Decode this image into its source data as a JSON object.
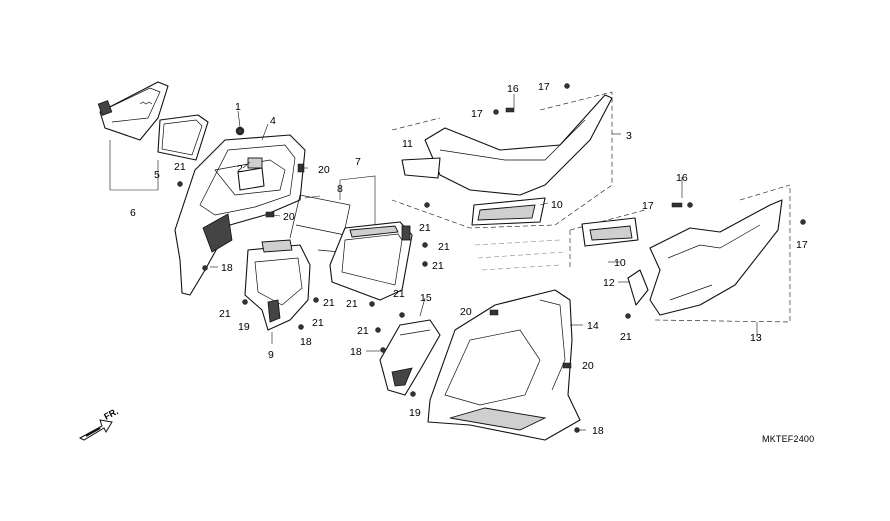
{
  "diagram": {
    "drawing_code": "MKTEF2400",
    "direction_label": "FR.",
    "callouts": [
      {
        "id": "c1",
        "text": "1"
      },
      {
        "id": "c2",
        "text": "2"
      },
      {
        "id": "c3",
        "text": "3"
      },
      {
        "id": "c4",
        "text": "4"
      },
      {
        "id": "c5",
        "text": "5"
      },
      {
        "id": "c6",
        "text": "6"
      },
      {
        "id": "c7",
        "text": "7"
      },
      {
        "id": "c8",
        "text": "8"
      },
      {
        "id": "c9",
        "text": "9"
      },
      {
        "id": "c10a",
        "text": "10"
      },
      {
        "id": "c10b",
        "text": "10"
      },
      {
        "id": "c11",
        "text": "11"
      },
      {
        "id": "c12",
        "text": "12"
      },
      {
        "id": "c13",
        "text": "13"
      },
      {
        "id": "c14",
        "text": "14"
      },
      {
        "id": "c15",
        "text": "15"
      },
      {
        "id": "c16a",
        "text": "16"
      },
      {
        "id": "c16b",
        "text": "16"
      },
      {
        "id": "c17a",
        "text": "17"
      },
      {
        "id": "c17b",
        "text": "17"
      },
      {
        "id": "c17c",
        "text": "17"
      },
      {
        "id": "c17d",
        "text": "17"
      },
      {
        "id": "c18a",
        "text": "18"
      },
      {
        "id": "c18b",
        "text": "18"
      },
      {
        "id": "c18c",
        "text": "18"
      },
      {
        "id": "c18d",
        "text": "18"
      },
      {
        "id": "c19a",
        "text": "19"
      },
      {
        "id": "c19b",
        "text": "19"
      },
      {
        "id": "c20a",
        "text": "20"
      },
      {
        "id": "c20b",
        "text": "20"
      },
      {
        "id": "c20c",
        "text": "20"
      },
      {
        "id": "c20d",
        "text": "20"
      },
      {
        "id": "c21a",
        "text": "21"
      },
      {
        "id": "c21b",
        "text": "21"
      },
      {
        "id": "c21c",
        "text": "21"
      },
      {
        "id": "c21d",
        "text": "21"
      },
      {
        "id": "c21e",
        "text": "21"
      },
      {
        "id": "c21f",
        "text": "21"
      },
      {
        "id": "c21g",
        "text": "21"
      },
      {
        "id": "c21h",
        "text": "21"
      },
      {
        "id": "c21i",
        "text": "21"
      },
      {
        "id": "c21j",
        "text": "21"
      },
      {
        "id": "c21k",
        "text": "21"
      }
    ]
  }
}
